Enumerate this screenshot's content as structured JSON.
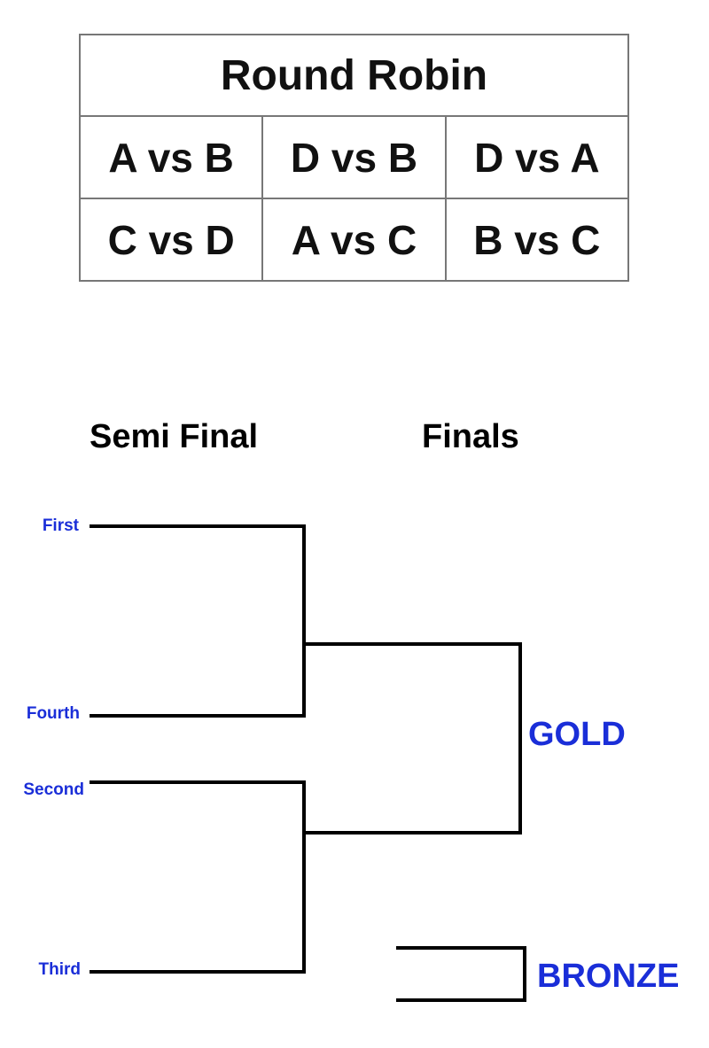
{
  "round_robin": {
    "title": "Round Robin",
    "rows": [
      [
        "A vs B",
        "D vs B",
        "D vs A"
      ],
      [
        "C vs D",
        "A vs C",
        "B vs C"
      ]
    ]
  },
  "headings": {
    "semi_final": "Semi Final",
    "finals": "Finals"
  },
  "bracket": {
    "seeds": {
      "first": "First",
      "fourth": "Fourth",
      "second": "Second",
      "third": "Third"
    },
    "gold": "GOLD",
    "bronze": "BRONZE",
    "label_color": "#1a2ed8",
    "line_color": "#000000"
  }
}
